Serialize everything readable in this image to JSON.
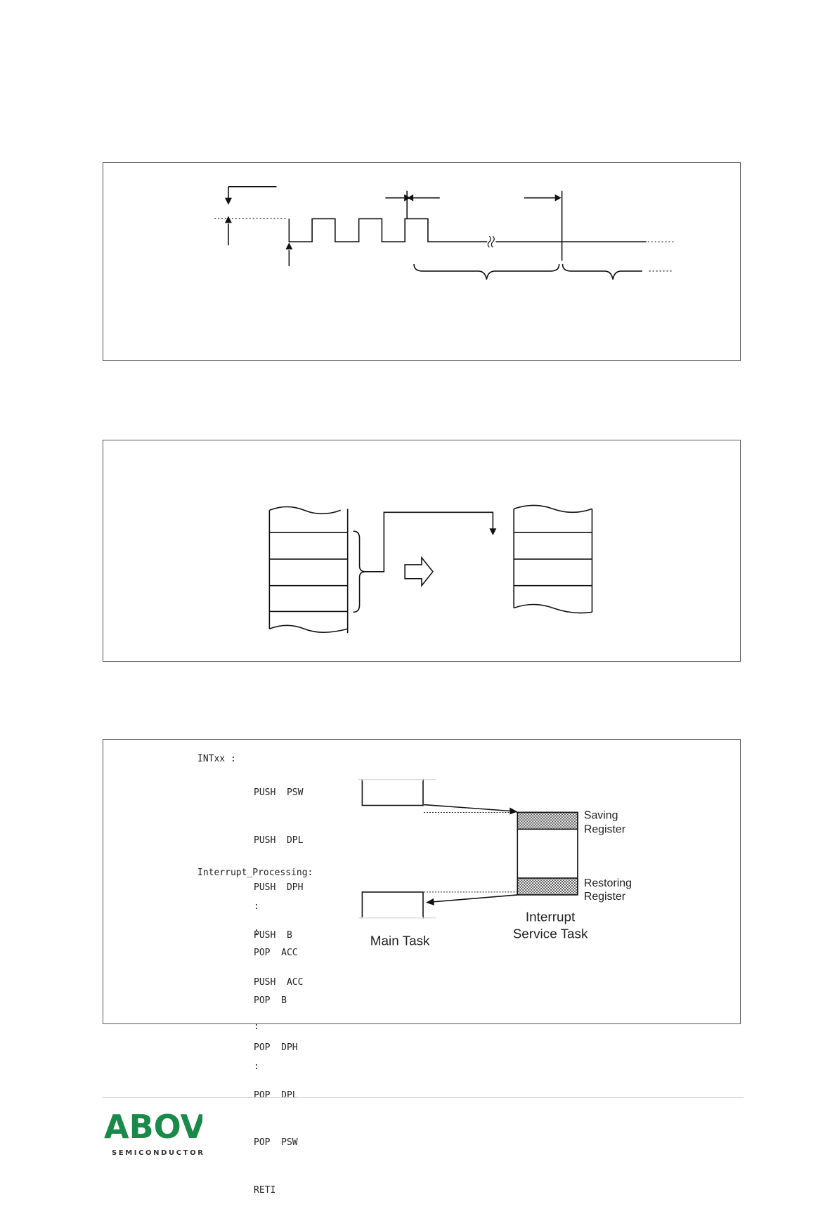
{
  "figure3": {
    "code": {
      "label": "INTxx :",
      "lines": [
        "PUSH  PSW",
        "PUSH  DPL",
        "PUSH  DPH",
        "PUSH  B",
        "PUSH  ACC",
        ":",
        ":"
      ],
      "process_label": "Interrupt_Processing:",
      "dots": [
        ":",
        ":"
      ],
      "pop_lines": [
        "POP  ACC",
        "POP  B",
        "POP  DPH",
        "POP  DPL",
        "POP  PSW",
        "RETI"
      ]
    },
    "labels": {
      "saving": "Saving",
      "saving2": "Register",
      "restoring": "Restoring",
      "restoring2": "Register",
      "ist1": "Interrupt",
      "ist2": "Service Task",
      "main_task": "Main Task"
    }
  },
  "footer": {
    "logo_text": "ABOV",
    "logo_sub": "SEMICONDUCTOR",
    "logo_color": "#1a8a4a",
    "logo_color_dark": "#14365c"
  }
}
